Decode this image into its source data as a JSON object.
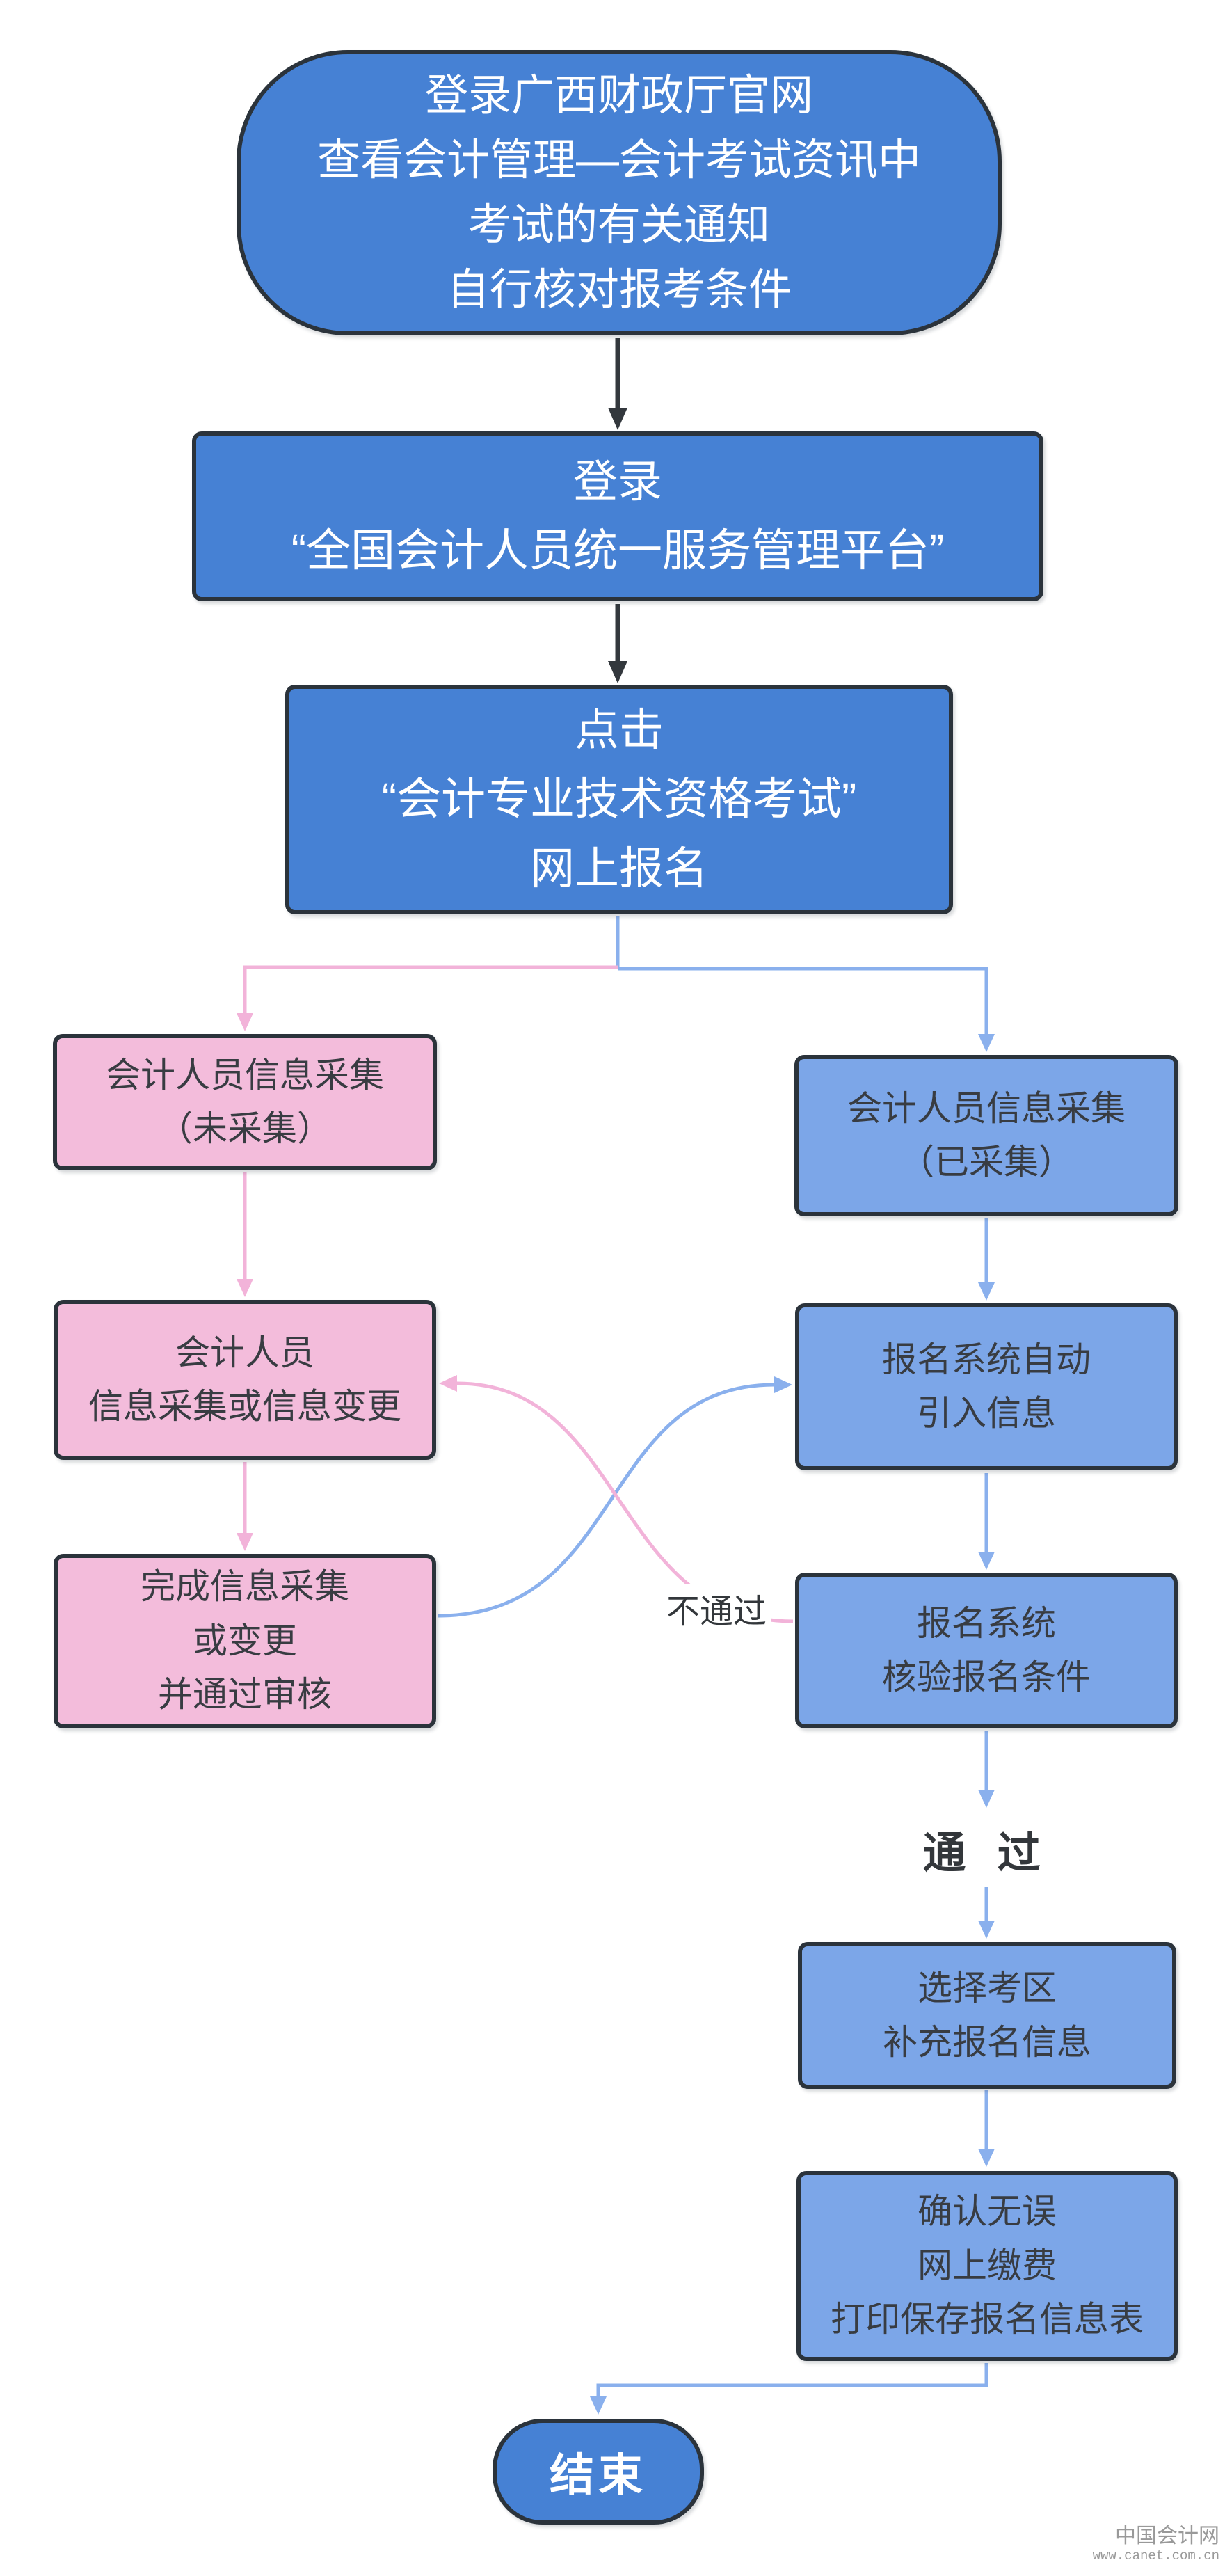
{
  "nodes": {
    "start": {
      "text": "登录广西财政厅官网\n查看会计管理—会计考试资讯中\n考试的有关通知\n自行核对报考条件"
    },
    "login": {
      "text": "登录\n“全国会计人员统一服务管理平台”"
    },
    "click": {
      "text": "点击\n“会计专业技术资格考试”\n网上报名"
    },
    "collect_not": {
      "text": "会计人员信息采集\n（未采集）"
    },
    "collect_done": {
      "text": "会计人员信息采集\n（已采集）"
    },
    "collect_change": {
      "text": "会计人员\n信息采集或信息变更"
    },
    "auto_import": {
      "text": "报名系统自动\n引入信息"
    },
    "complete": {
      "text": "完成信息采集\n或变更\n并通过审核"
    },
    "verify": {
      "text": "报名系统\n核验报名条件"
    },
    "select_area": {
      "text": "选择考区\n补充报名信息"
    },
    "confirm_pay": {
      "text": "确认无误\n网上缴费\n打印保存报名信息表"
    },
    "end": {
      "text": "结束"
    }
  },
  "edge_labels": {
    "pass": "通 过",
    "fail": "不通过"
  },
  "edges": [
    {
      "from": "start",
      "to": "login",
      "color": "dark"
    },
    {
      "from": "login",
      "to": "click",
      "color": "dark"
    },
    {
      "from": "click",
      "to": "collect_not",
      "color": "pink"
    },
    {
      "from": "click",
      "to": "collect_done",
      "color": "blue"
    },
    {
      "from": "collect_not",
      "to": "collect_change",
      "color": "pink"
    },
    {
      "from": "collect_done",
      "to": "auto_import",
      "color": "blue"
    },
    {
      "from": "collect_change",
      "to": "complete",
      "color": "pink"
    },
    {
      "from": "auto_import",
      "to": "verify",
      "color": "blue"
    },
    {
      "from": "complete",
      "to": "auto_import",
      "color": "blue"
    },
    {
      "from": "verify",
      "to": "collect_change",
      "color": "pink",
      "label": "不通过"
    },
    {
      "from": "verify",
      "to": "select_area",
      "color": "blue",
      "label": "通 过"
    },
    {
      "from": "select_area",
      "to": "confirm_pay",
      "color": "blue"
    },
    {
      "from": "confirm_pay",
      "to": "end",
      "color": "blue"
    }
  ],
  "colors": {
    "node_blue": "#4681D4",
    "node_light_blue": "#7CA6E8",
    "node_pink": "#F3BCDB",
    "border": "#2B333B",
    "arrow_dark": "#33383D",
    "arrow_blue": "#8AB0ED",
    "arrow_pink": "#F2B3D9",
    "label_text": "#33373B",
    "watermark": "#999999"
  },
  "watermark": {
    "line1": "中国会计网",
    "line2": "www.canet.com.cn"
  }
}
